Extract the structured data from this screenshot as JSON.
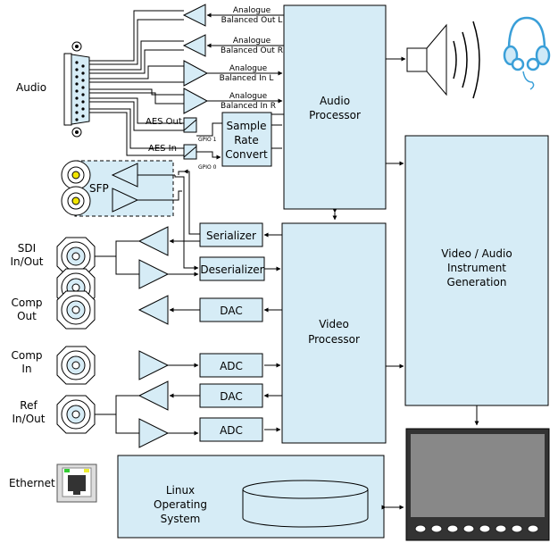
{
  "labels": {
    "audio": "Audio",
    "sdi_line1": "SDI",
    "sdi_line2": "In/Out",
    "comp_out_line1": "Comp",
    "comp_out_line2": "Out",
    "comp_in_line1": "Comp",
    "comp_in_line2": "In",
    "ref_line1": "Ref",
    "ref_line2": "In/Out",
    "ethernet": "Ethernet",
    "sfp": "SFP"
  },
  "audio_channels": [
    {
      "line1": "Analogue",
      "line2": "Balanced Out L"
    },
    {
      "line1": "Analogue",
      "line2": "Balanced Out R"
    },
    {
      "line1": "Analogue",
      "line2": "Balanced In L"
    },
    {
      "line1": "Analogue",
      "line2": "Balanced In R"
    }
  ],
  "aes": {
    "out": "AES Out",
    "in": "AES In",
    "gpio1": "GPIO 1",
    "gpio0": "GPIO 0"
  },
  "blocks": {
    "audio_processor": [
      "Audio",
      "Processor"
    ],
    "sample_rate": [
      "Sample",
      "Rate",
      "Convert"
    ],
    "video_processor": [
      "Video",
      "Processor"
    ],
    "instrument": [
      "Video / Audio",
      "Instrument",
      "Generation"
    ],
    "linux": [
      "Linux",
      "Operating",
      "System"
    ],
    "serializer": "Serializer",
    "deserializer": "Deserializer",
    "dac1": "DAC",
    "adc1": "ADC",
    "dac2": "DAC",
    "adc2": "ADC"
  },
  "colors": {
    "block_fill": "#d6ecf6",
    "sfp_led": "#f2e600",
    "headphone": "#3a9fd8"
  },
  "icons": [
    "speaker-icon",
    "headphones-icon",
    "db25-connector-icon",
    "bnc-connector-icon",
    "rj45-port-icon",
    "monitor-display-icon",
    "disk-storage-icon"
  ]
}
